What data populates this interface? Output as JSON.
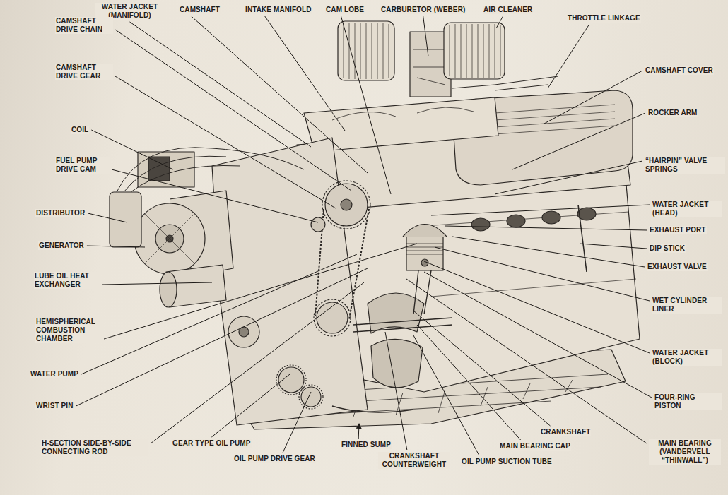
{
  "diagram": {
    "labels": [
      "WATER JACKET (MANIFOLD)",
      "CAMSHAFT",
      "INTAKE MANIFOLD",
      "CAM LOBE",
      "CARBURETOR (WEBER)",
      "AIR CLEANER",
      "THROTTLE LINKAGE",
      "CAMSHAFT DRIVE CHAIN",
      "CAMSHAFT DRIVE GEAR",
      "COIL",
      "FUEL PUMP DRIVE CAM",
      "DISTRIBUTOR",
      "GENERATOR",
      "LUBE OIL HEAT EXCHANGER",
      "HEMISPHERICAL COMBUSTION CHAMBER",
      "WATER PUMP",
      "WRIST PIN",
      "H-SECTION SIDE-BY-SIDE CONNECTING ROD",
      "CAMSHAFT COVER",
      "ROCKER ARM",
      "“HAIRPIN” VALVE SPRINGS",
      "WATER JACKET (HEAD)",
      "EXHAUST PORT",
      "DIP STICK",
      "EXHAUST VALVE",
      "WET CYLINDER LINER",
      "WATER JACKET (BLOCK)",
      "FOUR-RING PISTON",
      "MAIN BEARING (VANDERVELL “THINWALL”)",
      "GEAR TYPE OIL PUMP",
      "OIL PUMP DRIVE GEAR",
      "FINNED SUMP",
      "CRANKSHAFT COUNTERWEIGHT",
      "OIL PUMP SUCTION TUBE",
      "CRANKSHAFT",
      "MAIN BEARING CAP"
    ]
  }
}
